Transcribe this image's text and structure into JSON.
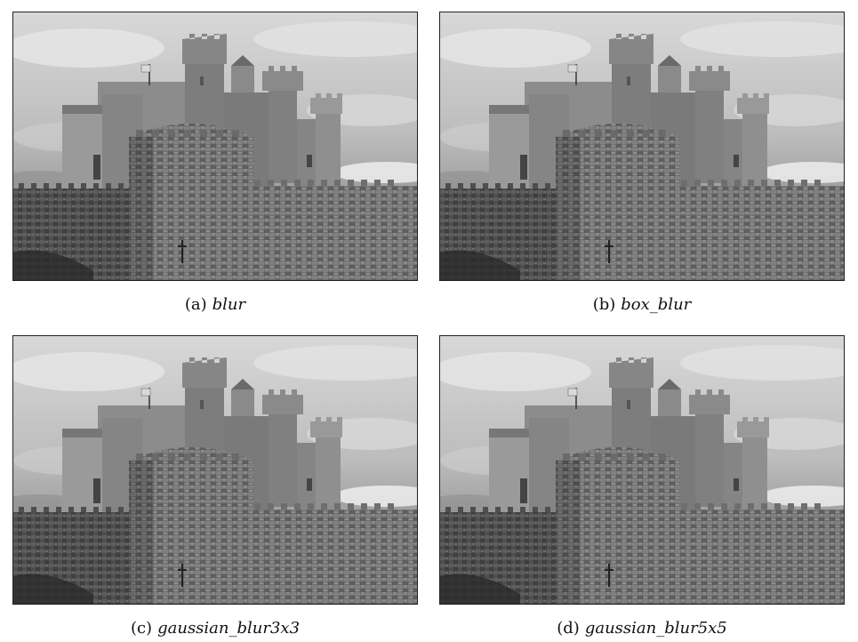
{
  "figures": [
    {
      "tag": "(a)",
      "name": "blur"
    },
    {
      "tag": "(b)",
      "name": "box_blur"
    },
    {
      "tag": "(c)",
      "name": "gaussian_blur3x3"
    },
    {
      "tag": "(d)",
      "name": "gaussian_blur5x5"
    }
  ]
}
